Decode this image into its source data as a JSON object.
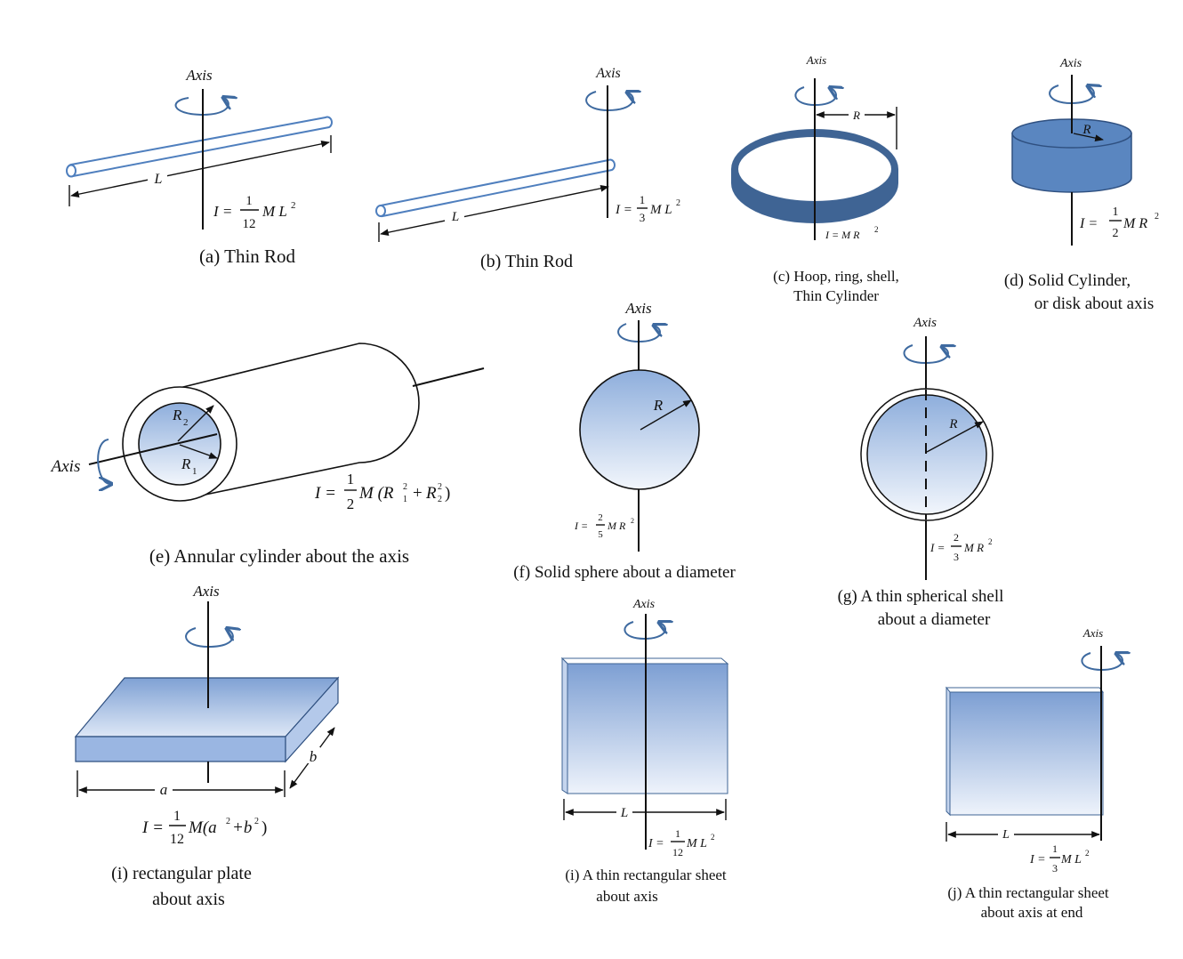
{
  "colors": {
    "accent_blue": "#5a86c0",
    "dark_blue": "#3f6494",
    "light_blue": "#ffffff",
    "line": "#111111"
  },
  "axis_label": "Axis",
  "panels": {
    "a": {
      "caption": "(a) Thin Rod",
      "formula_lhs": "I =",
      "formula_num": "1",
      "formula_den": "12",
      "formula_rhs": "M L",
      "exp": "2",
      "dim": "L"
    },
    "b": {
      "caption": "(b) Thin Rod",
      "formula_lhs": "I =",
      "formula_num": "1",
      "formula_den": "3",
      "formula_rhs": "M L",
      "exp": "2",
      "dim": "L"
    },
    "c": {
      "caption_line1": "(c) Hoop, ring, shell,",
      "caption_line2": "Thin Cylinder",
      "formula": "I = M R",
      "exp": "2",
      "dim": "R"
    },
    "d": {
      "caption_line1": "(d) Solid Cylinder,",
      "caption_line2": "or disk about axis",
      "formula_lhs": "I =",
      "formula_num": "1",
      "formula_den": "2",
      "formula_rhs": "M R",
      "exp": "2",
      "dim": "R"
    },
    "e": {
      "caption": "(e) Annular cylinder about the axis",
      "formula_lhs": "I =",
      "formula_num": "1",
      "formula_den": "2",
      "formula_rhs": "M (R",
      "r1": "R",
      "r1_sub": "1",
      "r2": "R",
      "r2_sub": "2",
      "sq": "2",
      "plus": "+",
      "close": ")"
    },
    "f": {
      "caption": "(f) Solid sphere about a diameter",
      "formula_lhs": "I =",
      "formula_num": "2",
      "formula_den": "5",
      "formula_rhs": "M R",
      "exp": "2",
      "dim": "R"
    },
    "g": {
      "caption_line1": "(g) A thin spherical shell",
      "caption_line2": "about a diameter",
      "formula_lhs": "I =",
      "formula_num": "2",
      "formula_den": "3",
      "formula_rhs": "M R",
      "exp": "2",
      "dim": "R"
    },
    "h": {
      "caption_line1": "(i) rectangular plate",
      "caption_line2": "about axis",
      "formula_lhs": "I =",
      "formula_num": "1",
      "formula_den": "12",
      "formula_rhs": "M(a",
      "exp": "2",
      "mid": "+b",
      "exp2": "2",
      "close": ")",
      "dim_a": "a",
      "dim_b": "b"
    },
    "i": {
      "caption_line1": "(i) A thin rectangular sheet",
      "caption_line2": "about axis",
      "formula_lhs": "I =",
      "formula_num": "1",
      "formula_den": "12",
      "formula_rhs": "M L",
      "exp": "2",
      "dim": "L"
    },
    "j": {
      "caption_line1": "(j) A thin rectangular sheet",
      "caption_line2": "about axis at end",
      "formula_lhs": "I =",
      "formula_num": "1",
      "formula_den": "3",
      "formula_rhs": "M L",
      "exp": "2",
      "dim": "L"
    }
  }
}
